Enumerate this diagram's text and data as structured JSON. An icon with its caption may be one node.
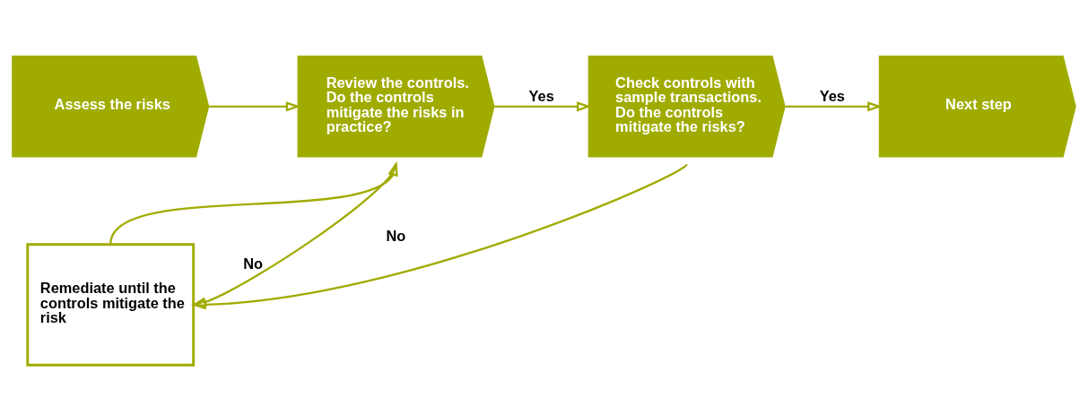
{
  "diagram": {
    "nodes": [
      {
        "text": [
          "Assess the risks"
        ]
      },
      {
        "text": [
          "Review the controls. Do the controls mitigate the risks in practice?"
        ]
      },
      {
        "text": [
          "Check controls with sample transactions. Do the controls mitigate the risks?"
        ]
      },
      {
        "text": [
          "Next step"
        ]
      },
      {
        "text": [
          "Remediate until the controls mitigate the risk"
        ]
      }
    ],
    "edges": [
      {
        "from": 0,
        "to": 1,
        "arrow": "to"
      },
      {
        "from": 1,
        "to": 2,
        "arrow": "to",
        "label": "Yes"
      },
      {
        "from": 2,
        "to": 3,
        "arrow": "to",
        "label": "Yes"
      },
      {
        "from": 1,
        "to": 4,
        "arrow": "to",
        "label": "No"
      },
      {
        "from": 2,
        "to": 4,
        "arrow": "to",
        "label": "No"
      },
      {
        "from": 4,
        "to": 1,
        "arrow": "to"
      }
    ]
  }
}
